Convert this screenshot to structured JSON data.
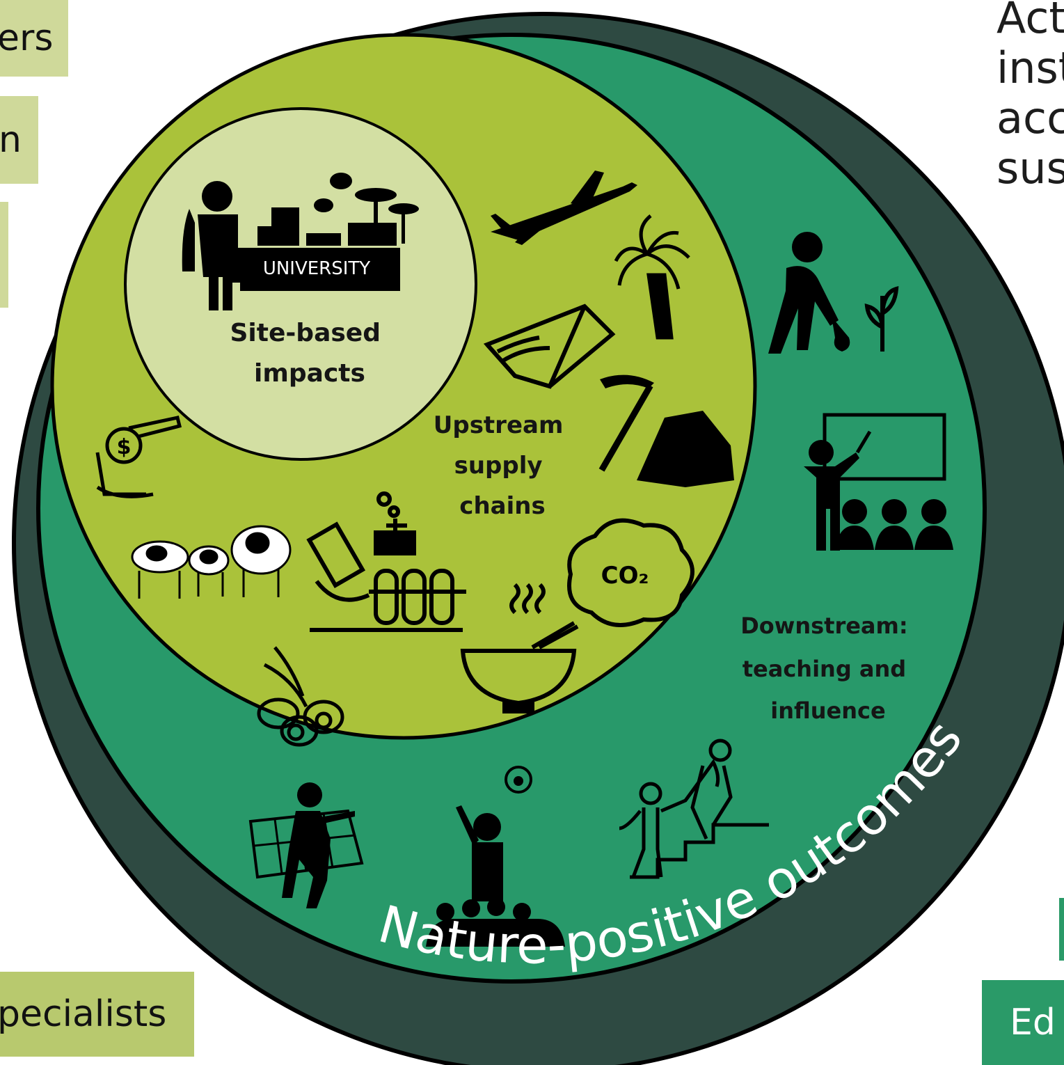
{
  "left_tags": {
    "tag1": "ers",
    "tag2": "n",
    "tag4": "pecialists"
  },
  "right_text": [
    "Act",
    "inst",
    "acc",
    "sus"
  ],
  "right_tag": "Ed",
  "diagram": {
    "inner_label": [
      "Site-based",
      "impacts"
    ],
    "middle_label": [
      "Upstream",
      "supply",
      "chains"
    ],
    "outer_label": [
      "Downstream:",
      "teaching and",
      "influence"
    ],
    "ring_label": "Nature-positive outcomes",
    "university_sign": "UNIVERSITY",
    "co2_label": "CO₂"
  },
  "colors": {
    "ring": "#2e4a42",
    "outer": "#28996a",
    "middle": "#aac23a",
    "inner": "#d3dfa3"
  }
}
